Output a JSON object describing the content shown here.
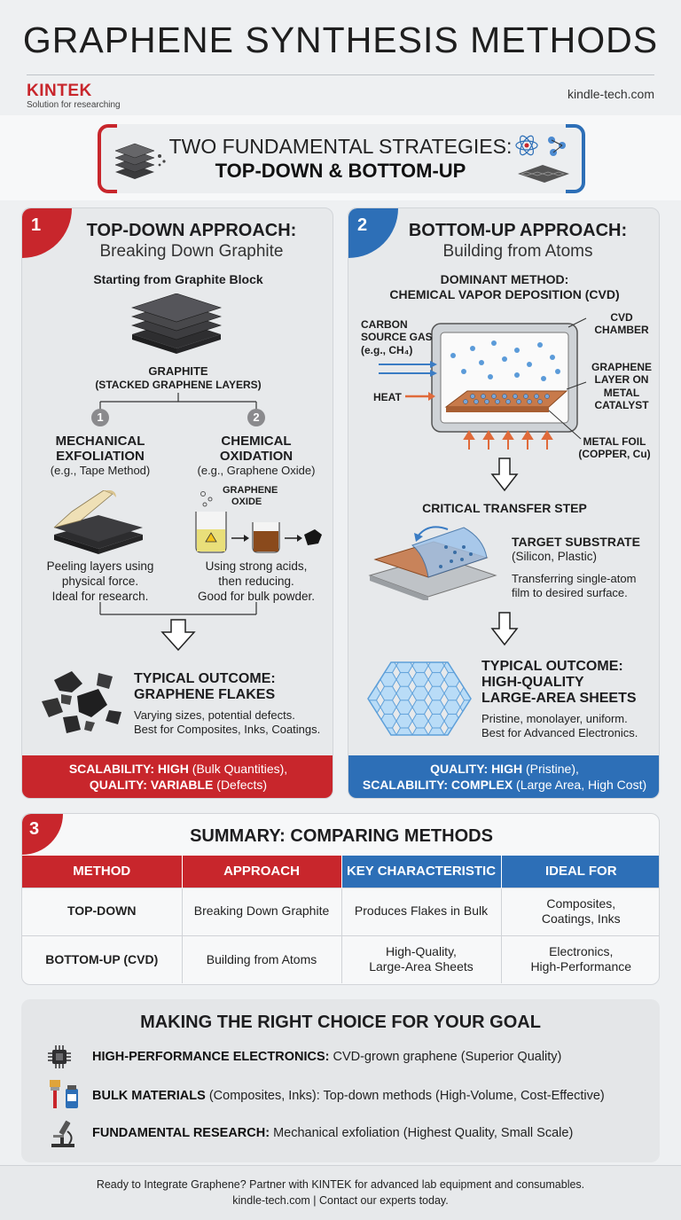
{
  "title": "GRAPHENE SYNTHESIS METHODS",
  "brand": {
    "logo": "KINTEK",
    "tagline": "Solution for researching",
    "site": "kindle-tech.com"
  },
  "intro": {
    "line1": "TWO FUNDAMENTAL STRATEGIES:",
    "line2": "TOP-DOWN & BOTTOM-UP"
  },
  "top_down": {
    "number": "1",
    "title": "TOP-DOWN APPROACH:",
    "subtitle": "Breaking Down Graphite",
    "start": "Starting from Graphite Block",
    "graphite_label": "GRAPHITE",
    "graphite_sub": "(STACKED GRAPHENE LAYERS)",
    "step1_num": "1",
    "step1_title_a": "MECHANICAL",
    "step1_title_b": "EXFOLIATION",
    "step1_eg": "(e.g., Tape Method)",
    "step1_desc_a": "Peeling layers using",
    "step1_desc_b": "physical force.",
    "step1_desc_c": "Ideal for research.",
    "step2_num": "2",
    "step2_title_a": "CHEMICAL",
    "step2_title_b": "OXIDATION",
    "step2_eg": "(e.g., Graphene Oxide)",
    "go_label_a": "GRAPHENE",
    "go_label_b": "OXIDE",
    "step2_desc_a": "Using strong acids,",
    "step2_desc_b": "then reducing.",
    "step2_desc_c": "Good for bulk powder.",
    "outcome_a": "TYPICAL OUTCOME:",
    "outcome_b": "GRAPHENE FLAKES",
    "outcome_desc_a": "Varying sizes, potential defects.",
    "outcome_desc_b": "Best for Composites, Inks, Coatings.",
    "footer_a_key": "SCALABILITY: HIGH",
    "footer_a_val": " (Bulk Quantities),",
    "footer_b_key": "QUALITY: VARIABLE",
    "footer_b_val": " (Defects)"
  },
  "bottom_up": {
    "number": "2",
    "title": "BOTTOM-UP APPROACH:",
    "subtitle": "Building from Atoms",
    "dominant_a": "DOMINANT METHOD:",
    "dominant_b": "CHEMICAL VAPOR DEPOSITION (CVD)",
    "gas_a": "CARBON",
    "gas_b": "SOURCE GAS",
    "gas_c": "(e.g., CH₄)",
    "heat": "HEAT",
    "chamber_a": "CVD",
    "chamber_b": "CHAMBER",
    "layer_a": "GRAPHENE",
    "layer_b": "LAYER ON",
    "layer_c": "METAL",
    "layer_d": "CATALYST",
    "foil_a": "METAL FOIL",
    "foil_b": "(COPPER, Cu)",
    "transfer": "CRITICAL TRANSFER STEP",
    "target_a": "TARGET SUBSTRATE",
    "target_b": "(Silicon, Plastic)",
    "target_desc_a": "Transferring single-atom",
    "target_desc_b": "film to desired surface.",
    "outcome_a": "TYPICAL OUTCOME:",
    "outcome_b": "HIGH-QUALITY",
    "outcome_c": "LARGE-AREA SHEETS",
    "outcome_desc_a": "Pristine, monolayer, uniform.",
    "outcome_desc_b": "Best for Advanced Electronics.",
    "footer_a_key": "QUALITY: HIGH",
    "footer_a_val": " (Pristine),",
    "footer_b_key": "SCALABILITY: COMPLEX",
    "footer_b_val": " (Large Area, High Cost)"
  },
  "summary": {
    "number": "3",
    "title": "SUMMARY: COMPARING METHODS",
    "headers": [
      "METHOD",
      "APPROACH",
      "KEY CHARACTERISTIC",
      "IDEAL FOR"
    ],
    "rows": [
      [
        "TOP-DOWN",
        "Breaking Down Graphite",
        "Produces Flakes in Bulk",
        "Composites,\nCoatings, Inks"
      ],
      [
        "BOTTOM-UP (CVD)",
        "Building from Atoms",
        "High-Quality,\nLarge-Area Sheets",
        "Electronics,\nHigh-Performance"
      ]
    ]
  },
  "choice": {
    "title": "MAKING THE RIGHT CHOICE FOR YOUR GOAL",
    "items": [
      {
        "icon": "chip-icon",
        "key": "HIGH-PERFORMANCE ELECTRONICS:",
        "val": " CVD-grown graphene (Superior Quality)"
      },
      {
        "icon": "paint-icon",
        "key": "BULK MATERIALS",
        "val": " (Composites, Inks): Top-down methods (High-Volume, Cost-Effective)"
      },
      {
        "icon": "microscope-icon",
        "key": "FUNDAMENTAL RESEARCH:",
        "val": " Mechanical exfoliation (Highest Quality, Small Scale)"
      }
    ]
  },
  "footer": {
    "line1": "Ready to Integrate Graphene? Partner with KINTEK for advanced lab equipment and consumables.",
    "line2": "kindle-tech.com  |  Contact our experts today."
  },
  "colors": {
    "red": "#c8262c",
    "blue": "#2d6fb7"
  }
}
